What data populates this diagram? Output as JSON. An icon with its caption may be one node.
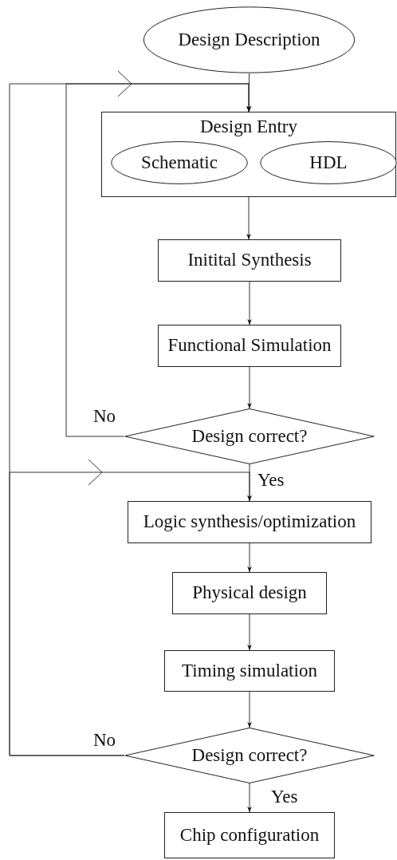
{
  "diagram": {
    "nodes": [
      {
        "text": [
          "Design Description"
        ]
      },
      {
        "text": [
          "Design Entry"
        ]
      },
      {
        "text": [
          "Schematic"
        ],
        "in": 1
      },
      {
        "text": [
          "HDL"
        ],
        "in": 1
      },
      {
        "text": [
          "Initital Synthesis"
        ]
      },
      {
        "text": [
          "Functional Simulation"
        ]
      },
      {
        "text": [
          "Design correct?"
        ]
      },
      {
        "text": [
          "Logic synthesis/optimization"
        ]
      },
      {
        "text": [
          "Physical design"
        ]
      },
      {
        "text": [
          "Timing simulation"
        ]
      },
      {
        "text": [
          "Design correct?"
        ]
      },
      {
        "text": [
          "Chip configuration"
        ]
      }
    ],
    "edges": [
      {
        "from": 0,
        "to": 1,
        "arrow": "to"
      },
      {
        "from": 1,
        "to": 4,
        "arrow": "to"
      },
      {
        "from": 4,
        "to": 5,
        "arrow": "to"
      },
      {
        "from": 5,
        "to": 6,
        "arrow": "to"
      },
      {
        "from": 6,
        "to": 1,
        "arrow": "to",
        "label": "No"
      },
      {
        "from": 6,
        "to": 7,
        "arrow": "to",
        "label": "Yes"
      },
      {
        "from": 7,
        "to": 8,
        "arrow": "to"
      },
      {
        "from": 8,
        "to": 9,
        "arrow": "to"
      },
      {
        "from": 9,
        "to": 10,
        "arrow": "to"
      },
      {
        "from": 10,
        "to": 1,
        "arrow": "to",
        "label": "No"
      },
      {
        "from": 10,
        "to": 7,
        "arrow": "to"
      },
      {
        "from": 10,
        "to": 11,
        "arrow": "to",
        "label": "Yes"
      }
    ]
  }
}
